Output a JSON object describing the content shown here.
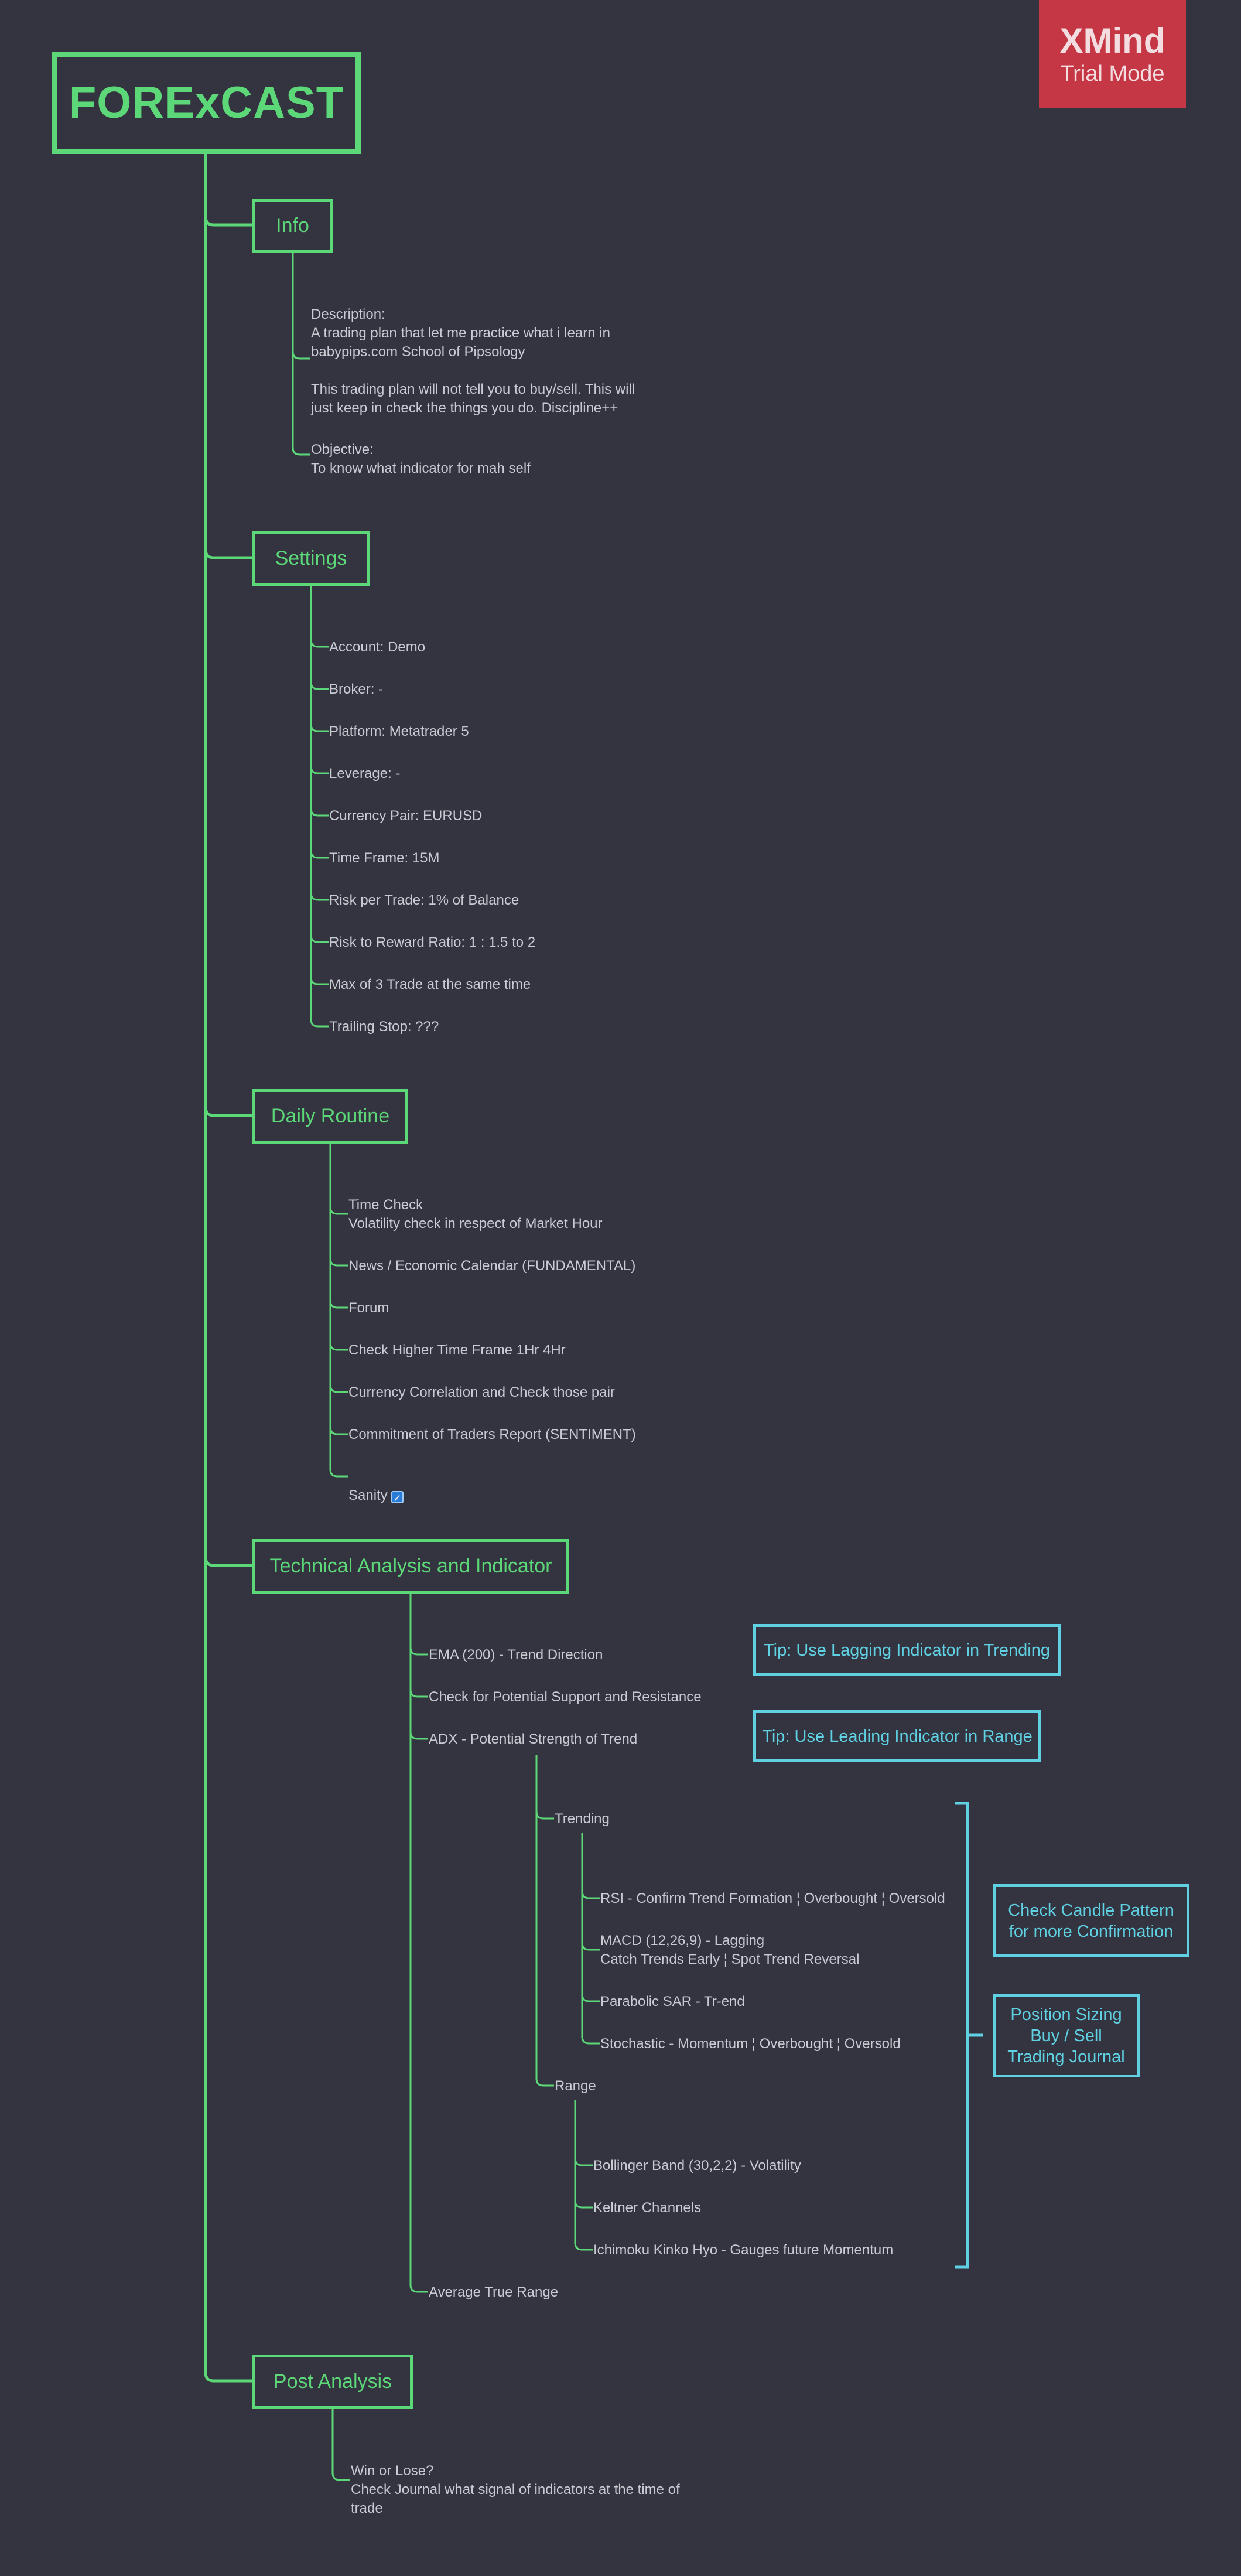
{
  "watermark": {
    "title": "XMind",
    "subtitle": "Trial Mode"
  },
  "root": {
    "label": "FORExCAST"
  },
  "info": {
    "label": "Info",
    "items": [
      "Description:\nA trading plan that let me practice what i learn in\nbabypips.com School of Pipsology\n\nThis trading plan will not tell you to buy/sell. This will\njust keep in check the things you do. Discipline++",
      "Objective:\nTo know what indicator for mah self"
    ]
  },
  "settings": {
    "label": "Settings",
    "items": [
      "Account: Demo",
      "Broker: -",
      "Platform: Metatrader 5",
      "Leverage: -",
      "Currency Pair: EURUSD",
      "Time Frame: 15M",
      "Risk per Trade: 1% of Balance",
      "Risk to Reward Ratio:     1 : 1.5 to 2",
      "Max of 3 Trade at the same time",
      "Trailing Stop: ???"
    ]
  },
  "daily": {
    "label": "Daily Routine",
    "items": [
      "Time Check\nVolatility check in respect of Market Hour",
      "News / Economic Calendar (FUNDAMENTAL)",
      "Forum",
      "Check Higher Time Frame 1Hr 4Hr",
      "Currency Correlation and Check those pair",
      "Commitment of Traders Report  (SENTIMENT)",
      "Sanity"
    ],
    "sanity_check": "✓"
  },
  "technical": {
    "label": "Technical Analysis and Indicator",
    "ema": "EMA (200) - Trend Direction",
    "support": "Check for Potential Support and Resistance",
    "adx": "ADX - Potential Strength  of Trend",
    "trending": {
      "label": "Trending",
      "items": [
        "RSI - Confirm Trend Formation ¦ Overbought ¦ Oversold",
        "MACD (12,26,9) - Lagging\nCatch Trends Early ¦  Spot Trend Reversal",
        "Parabolic SAR - Tr-end",
        "Stochastic  - Momentum  ¦ Overbought ¦ Oversold"
      ]
    },
    "range": {
      "label": "Range",
      "items": [
        "Bollinger Band (30,2,2) - Volatility",
        "Keltner Channels",
        "Ichimoku Kinko Hyo - Gauges  future Momentum"
      ]
    },
    "atr": "Average True Range"
  },
  "tips": {
    "lagging": "Tip: Use Lagging Indicator in Trending",
    "leading": "Tip: Use Leading Indicator in Range",
    "candle": "Check Candle Pattern\nfor more Confirmation",
    "position": "Position Sizing\nBuy / Sell\nTrading Journal"
  },
  "post": {
    "label": "Post Analysis",
    "items": [
      "Win or Lose?\nCheck Journal what signal of indicators  at the time of\ntrade"
    ]
  },
  "colors": {
    "background": "#33343f",
    "green": "#5dd879",
    "cyan": "#5fd1e3",
    "text": "#c9cbd2",
    "watermark": "#c63745"
  }
}
